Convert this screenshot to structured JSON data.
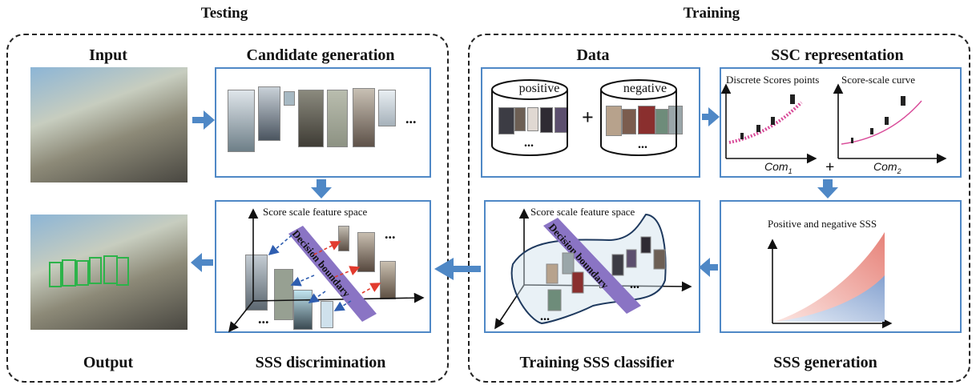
{
  "sections": {
    "testing": "Testing",
    "training": "Training"
  },
  "testing": {
    "input_label": "Input",
    "candidate_label": "Candidate generation",
    "discrimination_label": "SSS discrimination",
    "output_label": "Output",
    "feature_space_text": "Score scale feature space",
    "boundary_text": "Decision boundary",
    "ellipsis": "..."
  },
  "training": {
    "data_label": "Data",
    "positive_text": "positive",
    "negative_text": "negative",
    "plus": "+",
    "ssc_label": "SSC  representation",
    "discrete_title": "Discrete Scores points",
    "curve_title": "Score-scale curve",
    "com1": "Com",
    "com1_sub": "1",
    "com2": "Com",
    "com2_sub": "2",
    "sss_gen_label": "SSS generation",
    "pos_neg_text": "Positive and negative SSS",
    "classifier_label": "Training SSS classifier",
    "feature_space_text": "Score scale feature space",
    "boundary_text": "Decision boundary",
    "ellipsis": "..."
  },
  "colors": {
    "panel_border": "#4f88c6",
    "arrow_fill": "#4f88c6",
    "boundary": "#8a74c4",
    "red": "#e23b2e",
    "blue": "#2f5eb0",
    "green": "#2db34a",
    "pink": "#d94d9a"
  }
}
